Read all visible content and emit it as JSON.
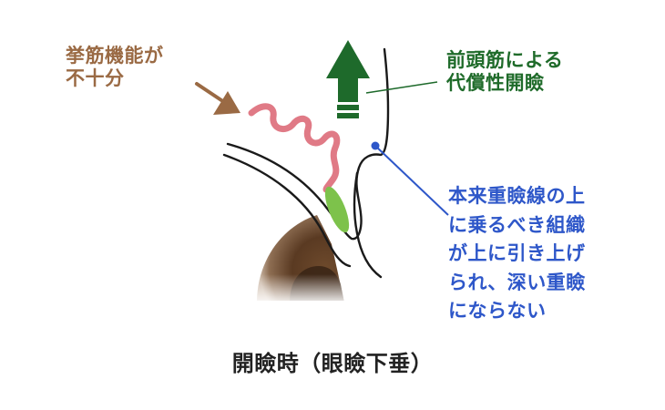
{
  "caption": "開瞼時（眼瞼下垂）",
  "labels": {
    "levator": {
      "lines": [
        "挙筋機能が",
        "不十分"
      ],
      "color": "#9a6a44"
    },
    "frontalis": {
      "lines": [
        "前頭筋による",
        "代償性開瞼"
      ],
      "color": "#1f6b2a"
    },
    "tissue": {
      "lines": [
        "本来重瞼線の上",
        "に乗るべき組織",
        "が上に引き上げ",
        "られ、深い重瞼",
        "にならない"
      ],
      "color": "#2e57c9"
    }
  },
  "colors": {
    "outline": "#1a1a1a",
    "levator_arrow": "#9a6a44",
    "levator_wave": "#e07a86",
    "tendon": "#7dc24b",
    "frontalis_arrow": "#1e6a2b",
    "pointer": "#2e57c9",
    "eyeball_dark": "#3b2616",
    "eyeball_light": "#9a7a5a"
  }
}
